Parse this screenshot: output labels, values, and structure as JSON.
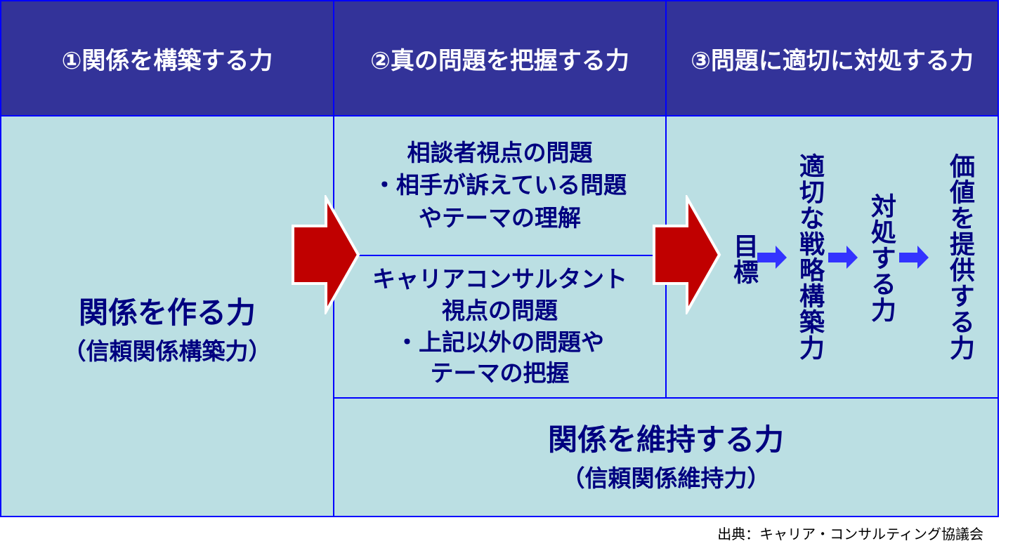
{
  "headers": [
    "①関係を構築する力",
    "②真の問題を把握する力",
    "③問題に適切に対処する力"
  ],
  "left": {
    "title": "関係を作る力",
    "subtitle": "（信頼関係構築力）"
  },
  "middle_top": [
    "相談者視点の問題",
    "・相手が訴えている問題",
    "やテーマの理解"
  ],
  "middle_bottom": [
    "キャリアコンサルタント",
    "視点の問題",
    "・上記以外の問題や",
    "テーマの把握"
  ],
  "steps": [
    "目標",
    "適切な戦略構築力",
    "対処する力",
    "価値を提供する力"
  ],
  "bottom": {
    "title": "関係を維持する力",
    "subtitle": "（信頼関係維持力）"
  },
  "source": "出典：キャリア・コンサルティング協議会",
  "colors": {
    "header": "#333399",
    "cell": "#bbdfe3",
    "border": "#0000ff",
    "text": "#000080",
    "big_arrow": "#c00000",
    "small_arrow": "#3333ff"
  }
}
